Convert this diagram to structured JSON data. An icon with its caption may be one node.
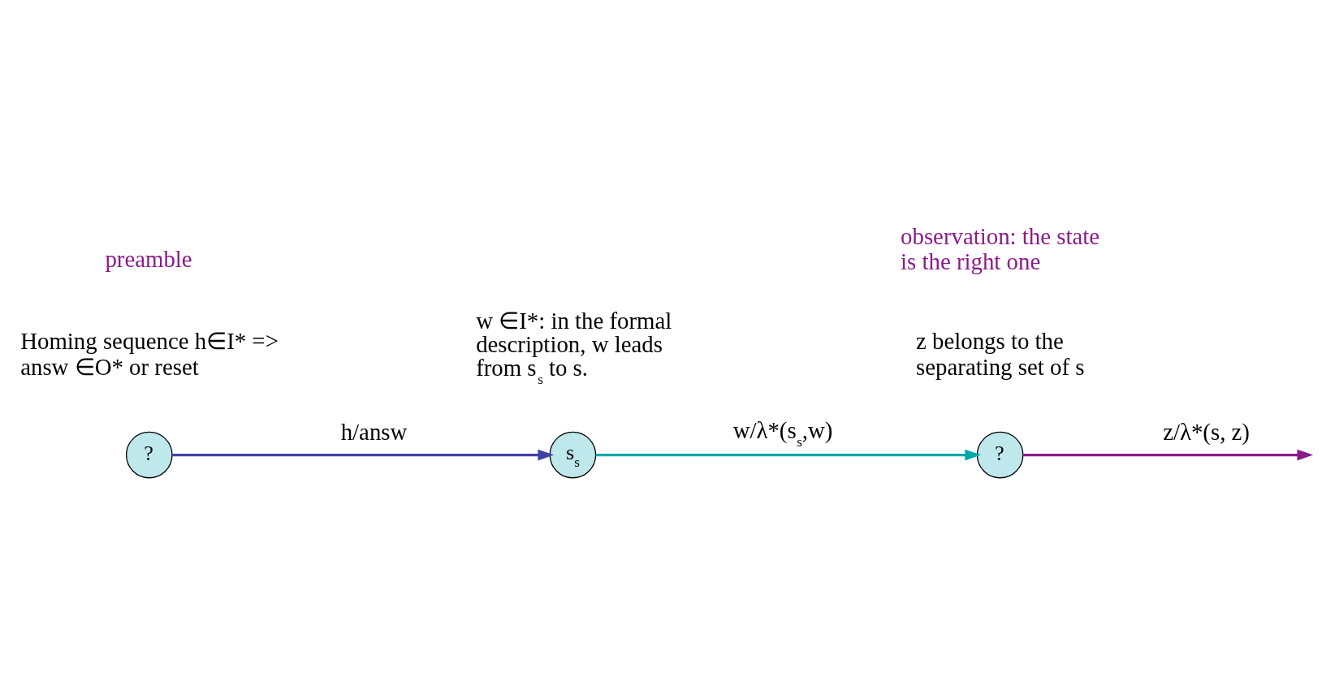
{
  "diagram": {
    "nodes": [
      {
        "text": [
          "?"
        ]
      },
      {
        "text": [
          "s$_{s}$"
        ]
      },
      {
        "text": [
          "?"
        ]
      }
    ],
    "edges": [
      {
        "from": 0,
        "to": 1,
        "arrow": "to",
        "label": "h/answ",
        "color": "#4040a8"
      },
      {
        "from": 1,
        "to": 2,
        "arrow": "to",
        "label": "w/λ*(s$_{s}$,w)",
        "color": "#00a8a8"
      },
      {
        "from": 2,
        "to": null,
        "arrow": "to",
        "label": "z/λ*(s, z)",
        "color": "#8b1a8b"
      }
    ],
    "labels": [
      "Homing sequence h∈I* => answ ∈O* or reset",
      "w ∈I*: in the formal description, w leads from s$_{s}$ to s.",
      "z belongs to the separating set of s",
      "preamble",
      "observation: the state is the right one"
    ]
  }
}
